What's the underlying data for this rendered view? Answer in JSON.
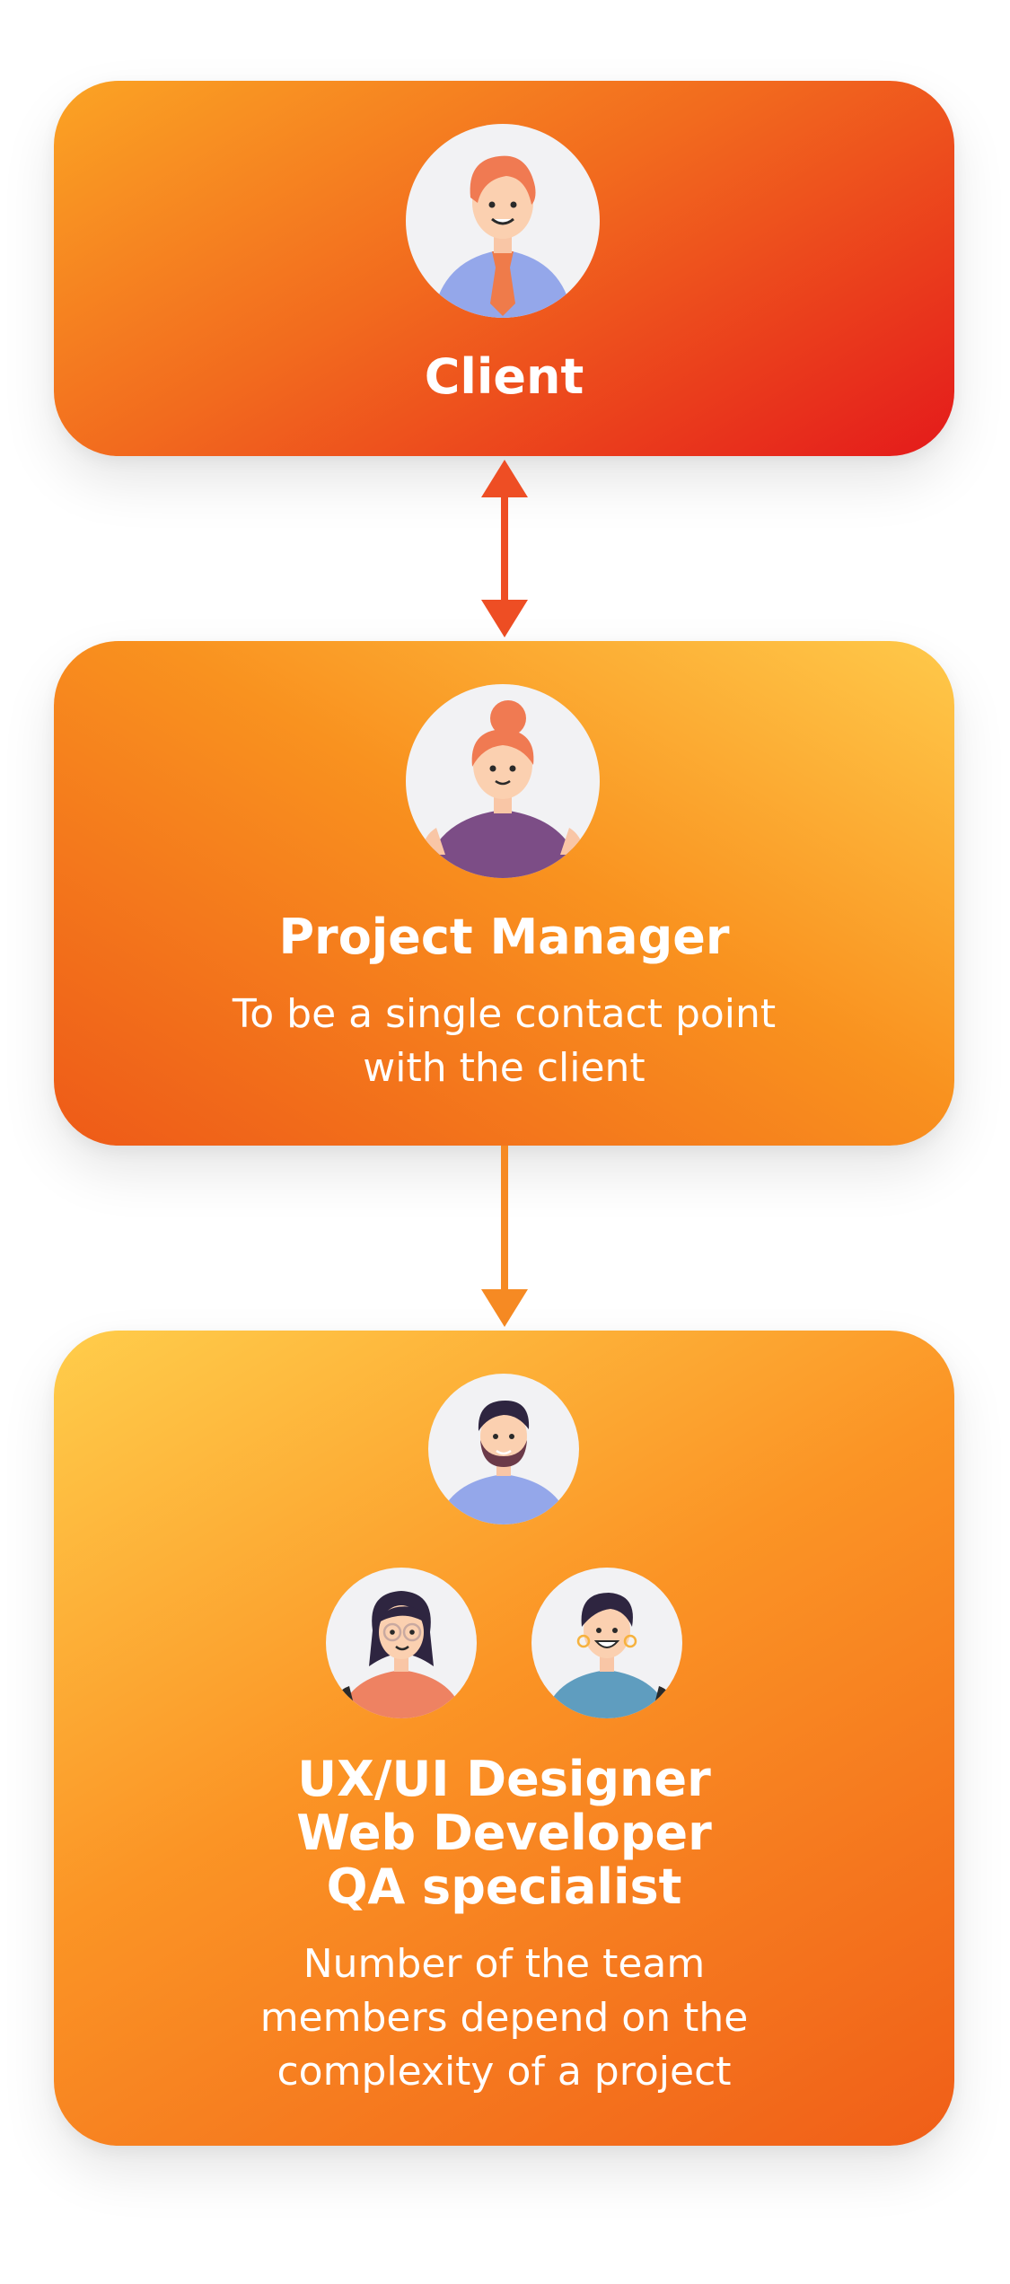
{
  "client": {
    "title": "Client",
    "avatar_icon": "man-orange-hair-tie-icon"
  },
  "project_manager": {
    "title": "Project Manager",
    "description_line1": "To be a single contact point",
    "description_line2": "with the client",
    "avatar_icon": "woman-bun-hair-icon"
  },
  "team": {
    "roles": [
      "UX/UI Designer",
      "Web Developer",
      "QA specialist"
    ],
    "description_lines": [
      "Number of the team",
      "members depend on the",
      "complexity of a project"
    ],
    "avatar_icons": [
      "bearded-man-icon",
      "woman-glasses-icon",
      "smiling-person-icon"
    ]
  },
  "connectors": {
    "client_to_pm": "bidirectional-arrow",
    "pm_to_team": "down-arrow"
  },
  "colors": {
    "client_gradient": [
      "#fba424",
      "#e41a1b"
    ],
    "pm_gradient": [
      "#ee5a18",
      "#ffc94a"
    ],
    "team_gradient": [
      "#ffcd4b",
      "#f05e18"
    ],
    "arrow_top": "#ee4e24",
    "arrow_bottom": "#f68a23"
  }
}
